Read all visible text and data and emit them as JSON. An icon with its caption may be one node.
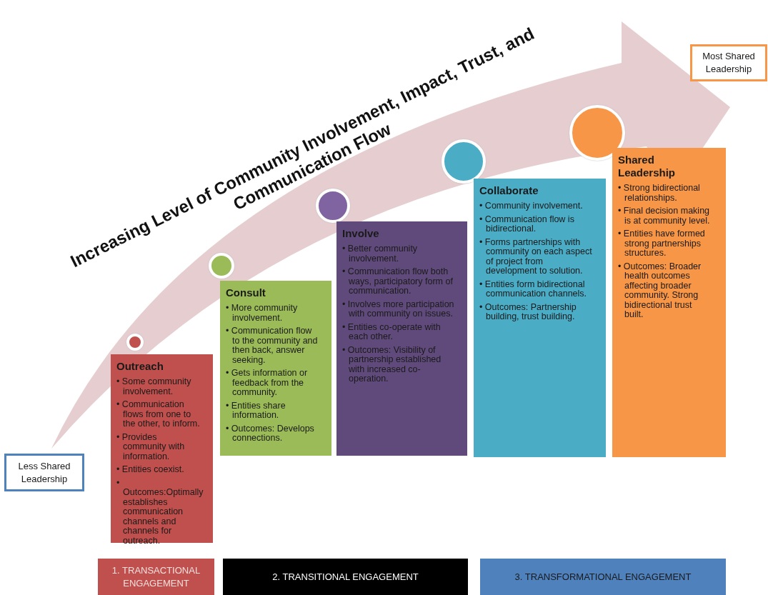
{
  "diagram": {
    "title": "Increasing Level of Community Involvement, Impact, Trust, and Communication Flow",
    "nodes": [
      {
        "text": [
          "Less Shared Leadership"
        ]
      },
      {
        "text": [],
        "shape": "circle"
      },
      {
        "text": [
          "Outreach",
          "• Some community involvement.",
          "• Communication flows from one to the other, to inform.",
          "• Provides community with information.",
          "• Entities coexist.",
          "• Outcomes:Optimally establishes communication channels and channels for outreach."
        ]
      },
      {
        "text": [],
        "shape": "circle"
      },
      {
        "text": [
          "Consult",
          "• More community involvement.",
          "• Communication flow to the community and then back, answer seeking.",
          "• Gets information or feedback from the community.",
          "• Entities share information.",
          "• Outcomes: Develops connections."
        ]
      },
      {
        "text": [],
        "shape": "circle"
      },
      {
        "text": [
          "Involve",
          "• Better community involvement.",
          "• Communication flow both ways, participatory form of communication.",
          "• Involves more participation with community on issues.",
          "• Entities co-operate with each other.",
          "• Outcomes: Visibility of partnership established with increased co-operation."
        ]
      },
      {
        "text": [],
        "shape": "circle"
      },
      {
        "text": [
          "Collaborate",
          "• Community involvement.",
          "• Communication flow is bidirectional.",
          "• Forms partnerships with community on each aspect of project from development to solution.",
          "• Entities form bidirectional communication channels.",
          "• Outcomes: Partnership building, trust building."
        ]
      },
      {
        "text": [],
        "shape": "circle"
      },
      {
        "text": [
          "Shared Leadership",
          "• Strong bidirectional relationships.",
          "• Final decision making is at community level.",
          "• Entities have formed strong partnerships structures.",
          "• Outcomes: Broader health outcomes affecting broader community. Strong bidirectional trust built."
        ]
      },
      {
        "text": [
          "Most Shared Leadership"
        ]
      },
      {
        "text": [
          "1. TRANSACTIONAL ENGAGEMENT"
        ]
      },
      {
        "text": [
          "2. TRANSITIONAL ENGAGEMENT"
        ]
      },
      {
        "text": [
          "3. TRANSFORMATIONAL ENGAGEMENT"
        ]
      }
    ]
  }
}
